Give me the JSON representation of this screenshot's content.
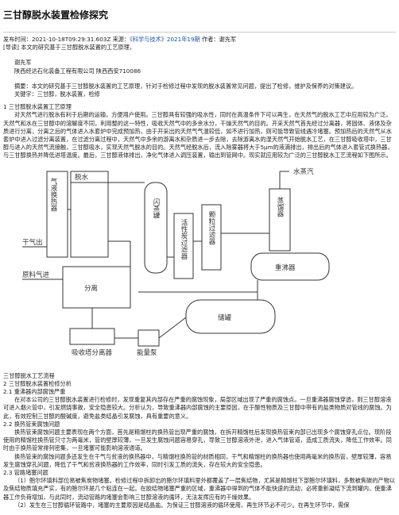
{
  "title": "三甘醇脱水装置检修探究",
  "meta": {
    "publish_time": "发布时间：2021-10-18T09:29:31.603Z",
    "source_label": "来源：",
    "source": "《科学与技术》2021年19期",
    "author": "作者：谢先军"
  },
  "guide": "[导读] 本文的研究基于三甘醇脱水装置的工艺原理，",
  "author_name": "谢先军",
  "affiliation": "陕西经达石化装备工程有限公司 陕西西安710086",
  "abstract": "摘要：本文的研究基于三甘醇脱水装置的工艺原理，针对于检修过程中发现的脱水装置常见问题，提出了检修，维护及保养的对策建议。",
  "keywords": "关键字：三甘醇，脱水装置，检修",
  "section1_title": "1 三甘醇脱水装置工艺原理",
  "section1_text": "对天然气进行脱水有利于后期的运输，方便用户使用。三甘醇具有较强的吸水性，同时在高温条件下可以再生，在天然气的脱水工艺中应用较为广泛。天然气和水在三甘醇中的溶解度不同，利用整的这一特性，吸收天然气中的多余水分，干燥天然气的目的。开采天然气首先经过分离器，将固体、液体及杂质进行分离，分离之后的气体进入水套炉中完成预加热，由于开采出的天然气气温较低，如不进行加热，则可能导致管线遇冷堵塞。预加热后的天然气从水套炉中进入过滤分离装置，在过滤分离过程中，天然气中多余的游离水和杂质进一步去除，去除游离水的湿天然气开始脱水工艺，在三甘醇吸收塔中，三甘醇与进入的天然气流接触，三甘醇吸水，实现天然气脱水的目的。天然气经脱水后，流入除雾器将大于5μm的液滴排出，排出后的气体进入套管式换热器，与三甘醇换热并降低进塔温度。最后，三甘醇液体排出，净化气体进入调压装置，输出到管网中。现实就应用较为广泛的三甘醇脱水工艺流程如下图所示。",
  "figure": {
    "water_vapor": "水蒸汽",
    "dry_gas": "干气出",
    "raw_gas": "原料气进",
    "labels": {
      "gas_liquid_exchanger": "气液换热器",
      "dehydrator": "脱水",
      "separation": "分离",
      "flash_tank": "闪蒸罐",
      "activated_carbon_filter": "活性炭过滤器",
      "particle_filter": "颗粒过滤器",
      "storage_tank": "储罐",
      "distiller": "蒸馏器",
      "reboiler": "重沸器",
      "absorber_separator": "吸收塔分离器",
      "energy_pump": "能量泵"
    }
  },
  "figure_caption": "三甘醇脱水工艺流程",
  "section2_title": "2 三甘醇脱水装置检修分析",
  "s21_title": "2.1 重沸器内部腐蚀严重",
  "s21_text": "在对本公司的三甘醇脱水装置进行检修时，发现重复其内部存在严重的腐蚀现象，局部区域出现了严重的腐蚀点。一旦重沸器腐蚀穿透，则三甘醇溶液可进入烟火管中，引发燃烧事故，安全隐患较大。分析认为，导致重沸器内部腐蚀的主要原因，在于酸性物质及三甘醇中带有的盐类物质对管线的腐蚀。为此，有效控制三甘醇的酸碱度，避免盐类结晶引发腐蚀，具有重要的意义。",
  "s22_title": "2.2 换热管束腐蚀问题",
  "s22_text_1": "换热管束腐蚀问题主要表现在两个方面，首先是精馏柱的换热管出现严重的腐蚀，在拆开精馏柱后发现换热管束内部已出现多个腐蚀穿孔点位。现阶段使用的精馏柱换热管只寸为两毫米，管的壁厚较薄，一旦发生腐蚀问题容易穿孔，导致三甘醇溶液外泄，进入气体管道，造成工质流失，降低工作效率。同时由于换热管常排列密集，一旦堵塞可能影响溶液通道。",
  "s22_text_2": "换热管束的腐蚀问题多还发生在干气与贫液的换热器中，与精馏柱换热管的材质相同，干气和精馏柱的换热器也使用两毫米的换热管，壁厚较薄，容易发生腐蚀穿孔问题，降低了干气和贫液换热器的工作效率，同时引发工质的流失，存在较大的安全隐患。",
  "s23_title": "2.3 管路堵塞问题",
  "s23_text_1": "（1）鲍尔环填料部位易被焦炭物堵塞。检修过程中拆卸出的鲍尔环填料里外都覆盖了一层焦结物，尤其是精馏柱下部鲍尔环填料，多数被焦碳的产物以及焦结物质填充严实，有的鲍尔环是几个粘连在一起。在胶结物堵塞严重的区域，重沸器中得到的气体不能快速的流动，必将重新凝结下流到罐内，使重沸器工作负荷增加，与此同时，流动管路的堵塞会影响三甘醇溶液的循环，无法发挥应有的干燥效果。",
  "s23_text_2": "（2）发生在三甘醇循环管路中，堵塞的主要原因是结晶盐。为保证三甘醇溶液的循环使用，再生环节必不可少。在再生环节中，需保"
}
